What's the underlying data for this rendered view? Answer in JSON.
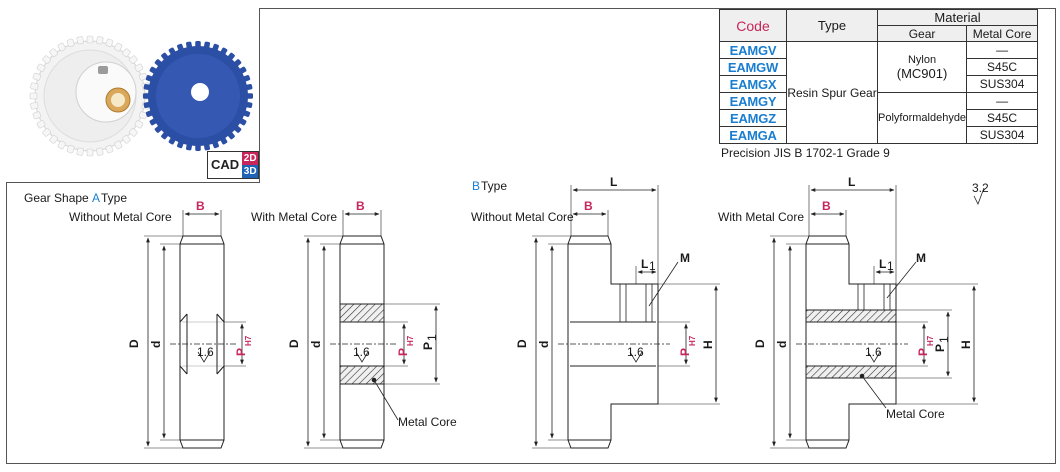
{
  "table": {
    "headers": {
      "code": "Code",
      "type": "Type",
      "material": "Material",
      "gear": "Gear",
      "metal_core": "Metal Core"
    },
    "type_value": "Resin Spur Gear",
    "gear_nylon_line1": "Nylon",
    "gear_nylon_line2": "(MC901)",
    "gear_pom": "Polyformaldehyde",
    "rows": [
      {
        "code": "EAMGV",
        "core": "—"
      },
      {
        "code": "EAMGW",
        "core": "S45C"
      },
      {
        "code": "EAMGX",
        "core": "SUS304"
      },
      {
        "code": "EAMGY",
        "core": "—"
      },
      {
        "code": "EAMGZ",
        "core": "S45C"
      },
      {
        "code": "EAMGA",
        "core": "SUS304"
      }
    ]
  },
  "precision": "Precision JIS B 1702-1 Grade 9",
  "cad": {
    "label": "CAD",
    "d2": "2D",
    "d3": "3D"
  },
  "labels": {
    "gear_shape": "Gear Shape",
    "a": "A",
    "b": "B",
    "type": "Type",
    "without_core": "Without Metal Core",
    "with_core": "With Metal Core",
    "metal_core": "Metal Core",
    "dim_B": "B",
    "dim_D": "D",
    "dim_d": "d",
    "dim_P": "P",
    "dim_H7": "H7",
    "dim_P1": "P",
    "dim_1": "1",
    "dim_L": "L",
    "dim_L1": "L",
    "dim_H": "H",
    "dim_M": "M",
    "rough_16": "1.6",
    "rough_32": "3.2"
  },
  "colors": {
    "magenta": "#c8265a",
    "blue": "#1a7ed0",
    "gear_white": "#f2f2f2",
    "gear_blue": "#2c4fa6"
  }
}
